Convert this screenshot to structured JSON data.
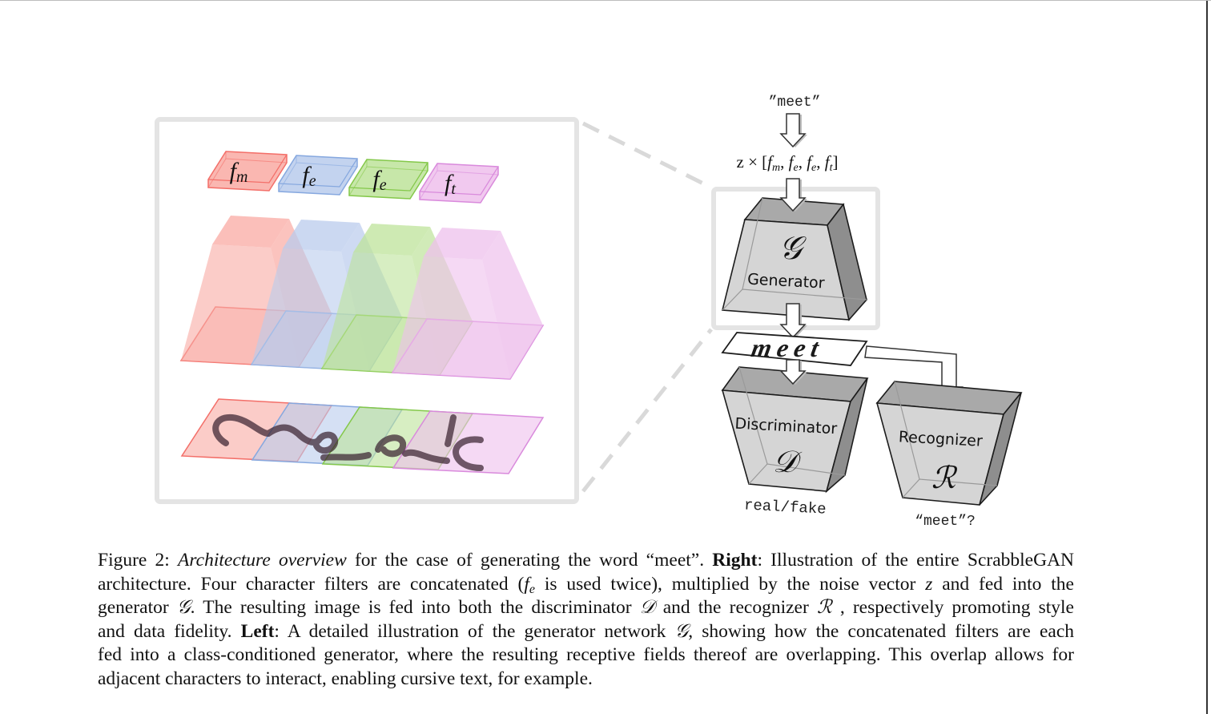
{
  "figure": {
    "left_panel": {
      "filters": [
        {
          "label": "f",
          "sub": "m",
          "color": "#f9aaa3",
          "stroke": "#f36f69"
        },
        {
          "label": "f",
          "sub": "e",
          "color": "#b9cbec",
          "stroke": "#86a8df"
        },
        {
          "label": "f",
          "sub": "e",
          "color": "#bde39a",
          "stroke": "#84c84a"
        },
        {
          "label": "f",
          "sub": "t",
          "color": "#eec0ec",
          "stroke": "#d98adc"
        }
      ],
      "handwritten_output": "meet"
    },
    "right_panel": {
      "input_word": "”meet”",
      "noise_formula": {
        "prefix": "z × [",
        "terms": [
          {
            "f": "f",
            "sub": "m"
          },
          {
            "f": "f",
            "sub": "e"
          },
          {
            "f": "f",
            "sub": "e"
          },
          {
            "f": "f",
            "sub": "t"
          }
        ],
        "separator": ", ",
        "suffix": "]"
      },
      "generator": {
        "symbol": "𝒢",
        "label": "Generator"
      },
      "generated_image_word": "meet",
      "discriminator": {
        "symbol": "𝒟",
        "label": "Discriminator",
        "output": "real/fake"
      },
      "recognizer": {
        "symbol": "ℛ",
        "label": "Recognizer",
        "output": "“meet”?"
      },
      "block_colors": {
        "front": "#d5d5d5",
        "top": "#a9a9a9",
        "side": "#8e8e8e"
      }
    }
  },
  "caption": {
    "lines": [
      [
        {
          "t": "Figure 2:  "
        },
        {
          "t": "Architecture overview",
          "s": "i"
        },
        {
          "t": " for the case of generating the word “meet”. "
        },
        {
          "t": "Right",
          "s": "b"
        },
        {
          "t": ": Illustration of the entire ScrabbleGAN"
        }
      ],
      [
        {
          "t": "architecture.  Four character filters are concatenated ("
        },
        {
          "t": "f",
          "s": "m"
        },
        {
          "t": "e",
          "s": "sub"
        },
        {
          "t": " is used twice), multiplied by the noise vector "
        },
        {
          "t": "z",
          "s": "m"
        },
        {
          "t": " and fed into the"
        }
      ],
      [
        {
          "t": "generator "
        },
        {
          "t": "𝒢",
          "s": "m"
        },
        {
          "t": ".  The resulting image is fed into both the discriminator "
        },
        {
          "t": "𝒟",
          "s": "m"
        },
        {
          "t": " and the recognizer "
        },
        {
          "t": "ℛ",
          "s": "m"
        },
        {
          "t": " , respectively promoting style"
        }
      ],
      [
        {
          "t": "and data fidelity.  "
        },
        {
          "t": "Left",
          "s": "b"
        },
        {
          "t": ":  A detailed illustration of the generator network "
        },
        {
          "t": "𝒢",
          "s": "m"
        },
        {
          "t": ", showing how the concatenated filters are each"
        }
      ],
      [
        {
          "t": "fed into a class-conditioned generator, where the resulting receptive fields thereof are overlapping.  This overlap allows for"
        }
      ],
      [
        {
          "t": "adjacent characters to interact, enabling cursive text, for example."
        }
      ]
    ]
  }
}
